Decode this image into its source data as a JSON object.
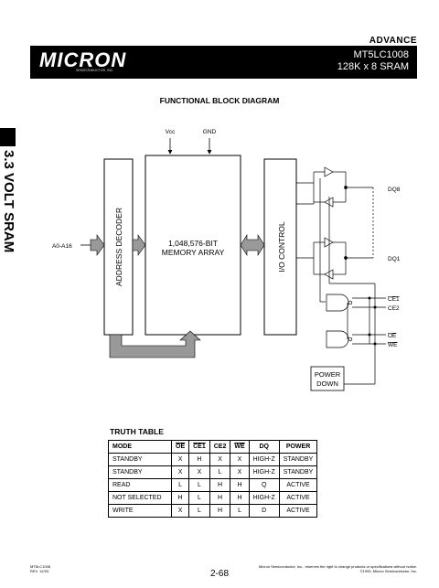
{
  "header": {
    "advance": "ADVANCE",
    "logo": "MICRON",
    "logo_sub": "SEMICONDUCTOR, INC.",
    "part_number": "MT5LC1008",
    "part_desc": "128K x 8 SRAM"
  },
  "side_tab": "3.3 VOLT SRAM",
  "diagram": {
    "title": "FUNCTIONAL BLOCK DIAGRAM",
    "vcc": "Vcc",
    "gnd": "GND",
    "address_input": "A0-A16",
    "address_decoder": "ADDRESS DECODER",
    "memory_line1": "1,048,576-BIT",
    "memory_line2": "MEMORY ARRAY",
    "io_control": "I/O CONTROL",
    "dq8": "DQ8",
    "dq1": "DQ1",
    "ce1": "CE1",
    "ce2": "CE2",
    "oe": "OE",
    "we": "WE",
    "power_line1": "POWER",
    "power_line2": "DOWN"
  },
  "truth_table": {
    "title": "TRUTH TABLE",
    "headers": [
      "MODE",
      "OE",
      "CE1",
      "CE2",
      "WE",
      "DQ",
      "POWER"
    ],
    "rows": [
      [
        "STANDBY",
        "X",
        "H",
        "X",
        "X",
        "HIGH-Z",
        "STANDBY"
      ],
      [
        "STANDBY",
        "X",
        "X",
        "L",
        "X",
        "HIGH-Z",
        "STANDBY"
      ],
      [
        "READ",
        "L",
        "L",
        "H",
        "H",
        "Q",
        "ACTIVE"
      ],
      [
        "NOT SELECTED",
        "H",
        "L",
        "H",
        "H",
        "HIGH-Z",
        "ACTIVE"
      ],
      [
        "WRITE",
        "X",
        "L",
        "H",
        "L",
        "D",
        "ACTIVE"
      ]
    ]
  },
  "footer": {
    "left_line1": "MT5LC1008",
    "left_line2": "REV. 12/93",
    "page": "2-68",
    "right_line1": "Micron Semiconductor, Inc., reserves the right to change products or specifications without notice.",
    "right_line2": "©1993, Micron Semiconductor, Inc."
  }
}
